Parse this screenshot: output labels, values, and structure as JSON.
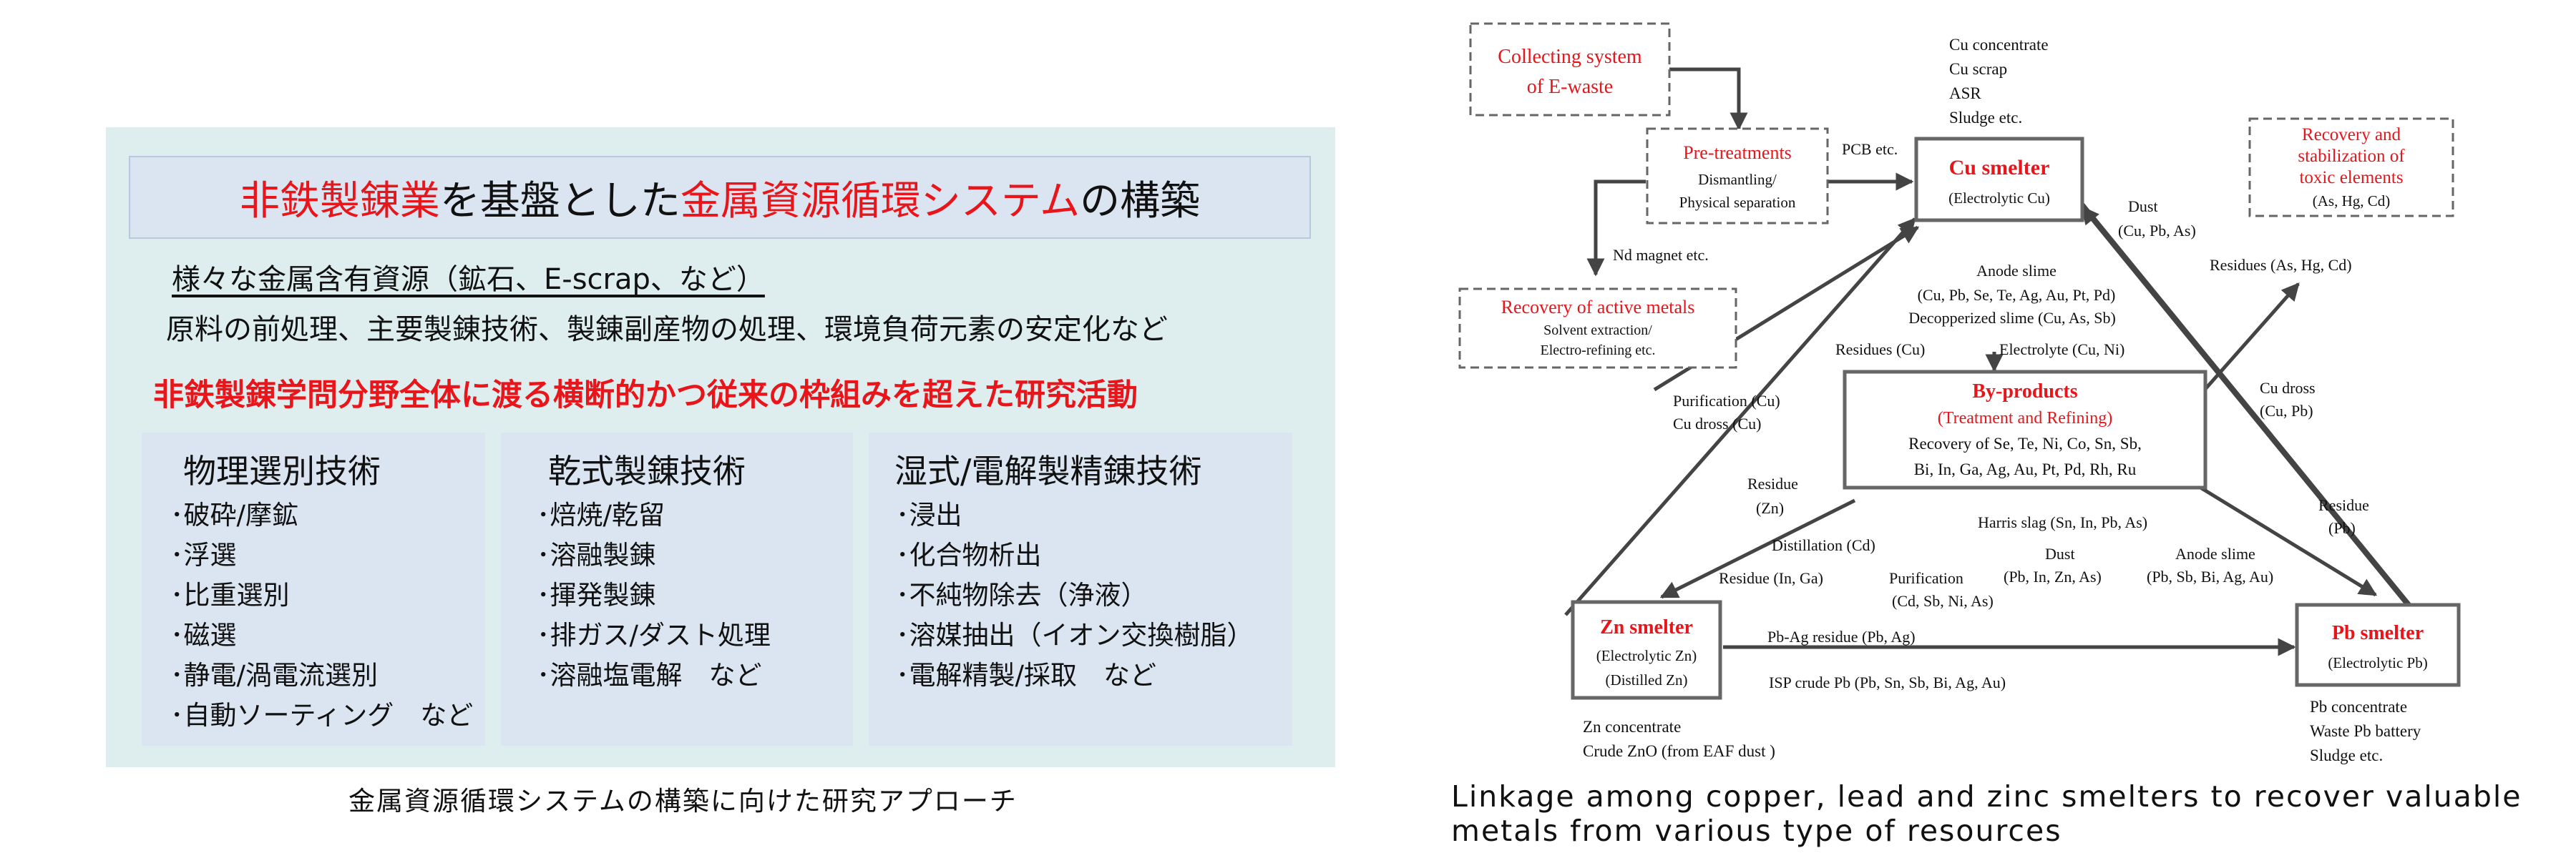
{
  "left": {
    "title_red1": "非鉄製錬業",
    "title_black1": "を基盤とした",
    "title_red2": "金属資源循環システム",
    "title_black2": "の構築",
    "resources": "様々な金属含有資源（鉱石、E-scrap、など）",
    "processes": "原料の前処理、主要製錬技術、製錬副産物の処理、環境負荷元素の安定化など",
    "activity": "非鉄製錬学問分野全体に渡る横断的かつ従来の枠組みを超えた研究活動",
    "boxes": [
      {
        "title": "物理選別技術",
        "items": [
          "･破砕/摩鉱",
          "･浮選",
          "･比重選別",
          "･磁選",
          "･静電/渦電流選別",
          "･自動ソーティング　など"
        ]
      },
      {
        "title": "乾式製錬技術",
        "items": [
          "･焙焼/乾留",
          "･溶融製錬",
          "･揮発製錬",
          "･排ガス/ダスト処理",
          "･溶融塩電解　など"
        ]
      },
      {
        "title": "湿式/電解製精錬技術",
        "items": [
          "･浸出",
          "･化合物析出",
          "･不純物除去（浄液）",
          "･溶媒抽出（イオン交換樹脂）",
          "･電解精製/採取　など"
        ]
      }
    ],
    "caption": "金属資源循環システムの構築に向けた研究アプローチ"
  },
  "right": {
    "collecting": [
      "Collecting system",
      "of E-waste"
    ],
    "pretreat_title": "Pre-treatments",
    "pretreat_sub": [
      "Dismantling/",
      "Physical separation"
    ],
    "pcb": "PCB etc.",
    "cu_inputs": [
      "Cu concentrate",
      "Cu scrap",
      "ASR",
      "Sludge etc."
    ],
    "cu_title": "Cu smelter",
    "cu_sub": "(Electrolytic Cu)",
    "recovery_toxic": [
      "Recovery  and",
      "stabilization of",
      "toxic elements"
    ],
    "recovery_toxic_sub": "(As,  Hg, Cd)",
    "dust_cu": [
      "Dust",
      "(Cu, Pb, As)"
    ],
    "residues_ashgcd": "Residues (As, Hg, Cd)",
    "nd": "Nd magnet etc.",
    "active_title": "Recovery of active metals",
    "active_sub": [
      "Solvent extraction/",
      "Electro-refining etc."
    ],
    "anode_slime_cu": [
      "Anode slime",
      "(Cu, Pb, Se, Te, Ag, Au, Pt, Pd)",
      "Decopperized slime (Cu, As, Sb)"
    ],
    "residues_cu": "Residues (Cu)",
    "electrolyte": "Electrolyte (Cu, Ni)",
    "byproducts_title": "By-products",
    "byproducts_sub": "(Treatment and Refining)",
    "byproducts_text": [
      "Recovery of Se, Te, Ni, Co, Sn, Sb,",
      "Bi, In, Ga, Ag, Au, Pt, Pd, Rh, Ru"
    ],
    "purification_cu": [
      "Purification (Cu)",
      "Cu dross (Cu)"
    ],
    "cu_dross": [
      "Cu dross",
      "(Cu, Pb)"
    ],
    "residue_zn": [
      "Residue",
      "(Zn)"
    ],
    "residue_pb": [
      "Residue",
      "(Pb)"
    ],
    "distillation": "Distillation (Cd)",
    "residue_inga": "Residue (In, Ga)",
    "purification_cd": [
      "Purification",
      "(Cd, Sb, Ni, As)"
    ],
    "harris": "Harris slag (Sn, In, Pb, As)",
    "dust_pb": [
      "Dust",
      "(Pb, In, Zn, As)"
    ],
    "anode_slime_pb": [
      "Anode slime",
      "(Pb, Sb, Bi, Ag, Au)"
    ],
    "zn_title": "Zn smelter",
    "zn_sub": [
      "(Electrolytic Zn)",
      "(Distilled Zn)"
    ],
    "pbag": "Pb-Ag residue (Pb, Ag)",
    "isp": "ISP crude Pb (Pb, Sn, Sb, Bi, Ag, Au)",
    "pb_title": "Pb smelter",
    "pb_sub": "(Electrolytic Pb)",
    "zn_inputs": [
      "Zn concentrate",
      "Crude ZnO (from EAF dust )"
    ],
    "pb_inputs": [
      "Pb concentrate",
      "Waste Pb battery",
      "Sludge etc."
    ],
    "caption": [
      "Linkage among copper, lead and zinc smelters to recover valuable",
      "metals from various type of resources"
    ]
  },
  "colors": {
    "red": "#e8151b",
    "panel_bg": "#deeeee",
    "box_bg": "#dbe5f1",
    "gray": "#555555"
  }
}
